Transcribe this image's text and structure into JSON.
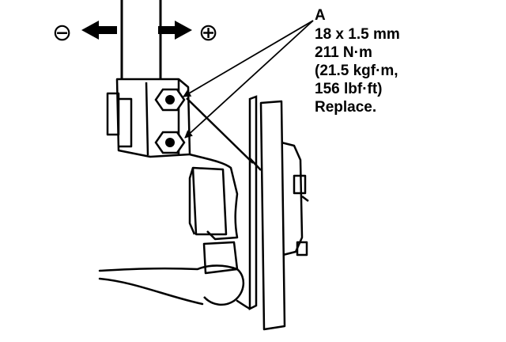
{
  "direction": {
    "minus_symbol": "⊖",
    "plus_symbol": "⊕"
  },
  "callout": {
    "letter": "A",
    "lines": [
      "18 x 1.5 mm",
      "211 N·m",
      "(21.5 kgf·m,",
      "156 lbf·ft)"
    ],
    "note": "Replace."
  },
  "colors": {
    "ink": "#000000",
    "paper": "#ffffff"
  }
}
